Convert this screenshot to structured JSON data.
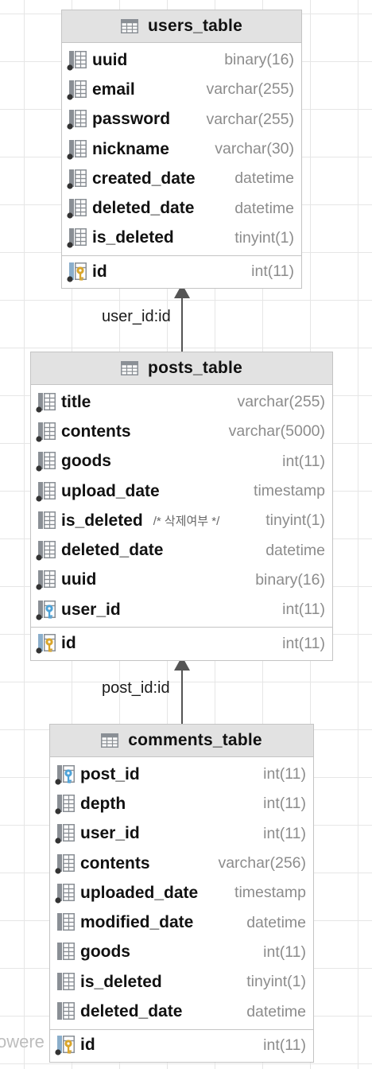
{
  "tables": {
    "users": {
      "name": "users_table",
      "columns": [
        {
          "name": "uuid",
          "type": "binary(16)",
          "icon": "column-icon"
        },
        {
          "name": "email",
          "type": "varchar(255)",
          "icon": "column-icon"
        },
        {
          "name": "password",
          "type": "varchar(255)",
          "icon": "column-icon"
        },
        {
          "name": "nickname",
          "type": "varchar(30)",
          "icon": "column-icon"
        },
        {
          "name": "created_date",
          "type": "datetime",
          "icon": "column-icon"
        },
        {
          "name": "deleted_date",
          "type": "datetime",
          "icon": "column-icon"
        },
        {
          "name": "is_deleted",
          "type": "tinyint(1)",
          "icon": "column-icon"
        }
      ],
      "primary_key": {
        "name": "id",
        "type": "int(11)",
        "icon": "primary-key-icon"
      }
    },
    "posts": {
      "name": "posts_table",
      "columns": [
        {
          "name": "title",
          "type": "varchar(255)",
          "icon": "column-icon"
        },
        {
          "name": "contents",
          "type": "varchar(5000)",
          "icon": "column-icon"
        },
        {
          "name": "goods",
          "type": "int(11)",
          "icon": "column-icon"
        },
        {
          "name": "upload_date",
          "type": "timestamp",
          "icon": "column-icon"
        },
        {
          "name": "is_deleted",
          "comment": "/* 삭제여부 */",
          "type": "tinyint(1)",
          "icon": "nullable-column-icon"
        },
        {
          "name": "deleted_date",
          "type": "datetime",
          "icon": "column-icon"
        },
        {
          "name": "uuid",
          "type": "binary(16)",
          "icon": "column-icon"
        },
        {
          "name": "user_id",
          "type": "int(11)",
          "icon": "foreign-key-icon"
        }
      ],
      "primary_key": {
        "name": "id",
        "type": "int(11)",
        "icon": "primary-key-icon"
      }
    },
    "comments": {
      "name": "comments_table",
      "columns": [
        {
          "name": "post_id",
          "type": "int(11)",
          "icon": "foreign-key-icon"
        },
        {
          "name": "depth",
          "type": "int(11)",
          "icon": "column-icon"
        },
        {
          "name": "user_id",
          "type": "int(11)",
          "icon": "column-icon"
        },
        {
          "name": "contents",
          "type": "varchar(256)",
          "icon": "column-icon"
        },
        {
          "name": "uploaded_date",
          "type": "timestamp",
          "icon": "column-icon"
        },
        {
          "name": "modified_date",
          "type": "datetime",
          "icon": "nullable-column-icon"
        },
        {
          "name": "goods",
          "type": "int(11)",
          "icon": "nullable-column-icon"
        },
        {
          "name": "is_deleted",
          "type": "tinyint(1)",
          "icon": "nullable-column-icon"
        },
        {
          "name": "deleted_date",
          "type": "datetime",
          "icon": "nullable-column-icon"
        }
      ],
      "primary_key": {
        "name": "id",
        "type": "int(11)",
        "icon": "primary-key-icon"
      }
    }
  },
  "relations": [
    {
      "label": "user_id:id",
      "from": "posts_table",
      "to": "users_table"
    },
    {
      "label": "post_id:id",
      "from": "comments_table",
      "to": "posts_table"
    }
  ],
  "watermark": "owere",
  "colors": {
    "header_bg": "#e2e2e2",
    "border": "#c4c4c4",
    "type_text": "#8c8c8c",
    "key_gold": "#d9a52b",
    "fk_blue": "#4ea3d8",
    "grid": "#e6e6e6",
    "relation_line": "#555555"
  }
}
